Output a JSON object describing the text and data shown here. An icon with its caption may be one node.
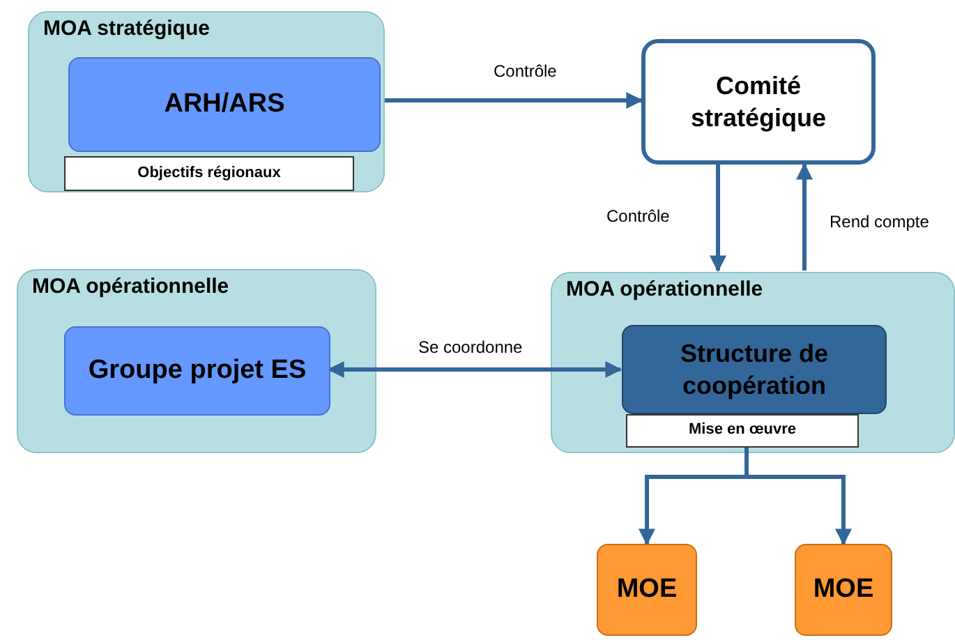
{
  "diagram": {
    "nodes": [
      {
        "text": [
          "MOA stratégique"
        ]
      },
      {
        "text": [
          "ARH/ARS"
        ],
        "in": 0
      },
      {
        "text": [
          "Objectifs régionaux"
        ],
        "in": 0
      },
      {
        "text": [
          "Comité stratégique"
        ]
      },
      {
        "text": [
          "MOA opérationnelle"
        ]
      },
      {
        "text": [
          "Groupe projet ES"
        ],
        "in": 4
      },
      {
        "text": [
          "MOA opérationnelle"
        ]
      },
      {
        "text": [
          "Structure de coopération"
        ],
        "in": 6
      },
      {
        "text": [
          "Mise en œuvre"
        ],
        "in": 6
      },
      {
        "text": [
          "MOE"
        ]
      },
      {
        "text": [
          "MOE"
        ]
      }
    ],
    "edges": [
      {
        "from": 0,
        "to": 3,
        "arrow": "to",
        "label": "Contrôle"
      },
      {
        "from": 3,
        "to": 6,
        "arrow": "to",
        "label": "Contrôle"
      },
      {
        "from": 6,
        "to": 3,
        "arrow": "to",
        "label": "Rend compte"
      },
      {
        "from": 5,
        "to": 7,
        "arrow": "both",
        "label": "Se coordonne"
      },
      {
        "from": 8,
        "to": 9,
        "arrow": "to"
      },
      {
        "from": 8,
        "to": 10,
        "arrow": "to"
      }
    ]
  }
}
